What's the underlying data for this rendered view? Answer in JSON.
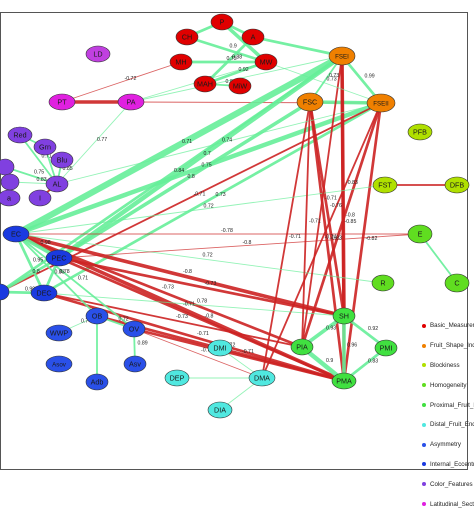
{
  "nodes": [
    {
      "id": "LD",
      "label": "LD",
      "color": "#c040e0"
    },
    {
      "id": "PT",
      "label": "PT",
      "color": "#e020e0"
    },
    {
      "id": "PA",
      "label": "PA",
      "color": "#e020e0"
    },
    {
      "id": "P",
      "label": "P",
      "color": "#e00000"
    },
    {
      "id": "CH",
      "label": "CH",
      "color": "#e00000"
    },
    {
      "id": "A",
      "label": "A",
      "color": "#e00000"
    },
    {
      "id": "MH",
      "label": "MH",
      "color": "#e00000"
    },
    {
      "id": "MW",
      "label": "MW",
      "color": "#e00000"
    },
    {
      "id": "MAH",
      "label": "MAH",
      "color": "#e00000"
    },
    {
      "id": "MiW",
      "label": "MiW",
      "color": "#e00000"
    },
    {
      "id": "FSEI",
      "label": "FSEI",
      "color": "#f08000"
    },
    {
      "id": "FSC",
      "label": "FSC",
      "color": "#f08000"
    },
    {
      "id": "FSEII",
      "label": "FSEII",
      "color": "#f08000"
    },
    {
      "id": "PFB",
      "label": "PFB",
      "color": "#b0e000"
    },
    {
      "id": "FST",
      "label": "FST",
      "color": "#b0e000"
    },
    {
      "id": "DFB",
      "label": "DFB",
      "color": "#b0e000"
    },
    {
      "id": "E",
      "label": "E",
      "color": "#60dd20"
    },
    {
      "id": "C",
      "label": "C",
      "color": "#60dd20"
    },
    {
      "id": "R",
      "label": "R",
      "color": "#60dd20"
    },
    {
      "id": "SH",
      "label": "SH",
      "color": "#40e040"
    },
    {
      "id": "PIA",
      "label": "PIA",
      "color": "#40e040"
    },
    {
      "id": "PMA",
      "label": "PMA",
      "color": "#40e040"
    },
    {
      "id": "PMI",
      "label": "PMI",
      "color": "#40e040"
    },
    {
      "id": "Red",
      "label": "Red",
      "color": "#8040e0"
    },
    {
      "id": "Grn",
      "label": "Grn",
      "color": "#8040e0"
    },
    {
      "id": "Blu",
      "label": "Blu",
      "color": "#8040e0"
    },
    {
      "id": "AL",
      "label": "AL",
      "color": "#8040e0"
    },
    {
      "id": "a",
      "label": "a",
      "color": "#8040e0"
    },
    {
      "id": "I",
      "label": "I",
      "color": "#8040e0"
    },
    {
      "id": "G1",
      "label": "",
      "color": "#8040e0"
    },
    {
      "id": "G2",
      "label": "",
      "color": "#8040e0"
    },
    {
      "id": "EC",
      "label": "EC",
      "color": "#1a3ae0"
    },
    {
      "id": "PEC",
      "label": "PEC",
      "color": "#1a3ae0"
    },
    {
      "id": "DEC",
      "label": "DEC",
      "color": "#1a3ae0"
    },
    {
      "id": "B1",
      "label": "",
      "color": "#1a3ae0"
    },
    {
      "id": "OB",
      "label": "OB",
      "color": "#2a50e8"
    },
    {
      "id": "OV",
      "label": "OV",
      "color": "#2a50e8"
    },
    {
      "id": "WWP",
      "label": "WWP",
      "color": "#2a50e8"
    },
    {
      "id": "Asov",
      "label": "Asov",
      "color": "#2a50e8"
    },
    {
      "id": "Asv",
      "label": "Asv",
      "color": "#2a50e8"
    },
    {
      "id": "Adb",
      "label": "Adb",
      "color": "#2a50e8"
    },
    {
      "id": "DMI",
      "label": "DMI",
      "color": "#50e8e0"
    },
    {
      "id": "DMA",
      "label": "DMA",
      "color": "#50e8e0"
    },
    {
      "id": "DEP",
      "label": "DEP",
      "color": "#50e8e0"
    },
    {
      "id": "DIA",
      "label": "DIA",
      "color": "#50e8e0"
    }
  ],
  "edges": [
    {
      "from": "CH",
      "to": "MW",
      "sign": "pos",
      "value": "0.9",
      "weight": 3
    },
    {
      "from": "P",
      "to": "MW",
      "sign": "pos",
      "value": "0.84",
      "weight": 4
    },
    {
      "from": "A",
      "to": "MAH",
      "sign": "pos",
      "value": "0.88",
      "weight": 3
    },
    {
      "from": "P",
      "to": "A",
      "sign": "pos",
      "value": "",
      "weight": 3
    },
    {
      "from": "CH",
      "to": "P",
      "sign": "pos",
      "value": "",
      "weight": 3
    },
    {
      "from": "MH",
      "to": "MW",
      "sign": "pos",
      "value": "0.75",
      "weight": 3
    },
    {
      "from": "MiW",
      "to": "MAH",
      "sign": "pos",
      "value": "0.84",
      "weight": 2
    },
    {
      "from": "MAH",
      "to": "MW",
      "sign": "pos",
      "value": "0.92",
      "weight": 3
    },
    {
      "from": "A",
      "to": "FSEI",
      "sign": "pos",
      "value": "",
      "weight": 3
    },
    {
      "from": "PT",
      "to": "PA",
      "sign": "neg",
      "value": "",
      "weight": 4
    },
    {
      "from": "PA",
      "to": "MW",
      "sign": "pos",
      "value": "0.73",
      "weight": 1
    },
    {
      "from": "PT",
      "to": "MH",
      "sign": "neg",
      "value": "-0.72",
      "weight": 1
    },
    {
      "from": "PA",
      "to": "FSEII",
      "sign": "neg",
      "value": "",
      "weight": 1
    },
    {
      "from": "FSEI",
      "to": "FSEII",
      "sign": "pos",
      "value": "0.99",
      "weight": 3
    },
    {
      "from": "FSC",
      "to": "FSEII",
      "sign": "pos",
      "value": "",
      "weight": 4
    },
    {
      "from": "FSEI",
      "to": "FSC",
      "sign": "pos",
      "value": "0.73",
      "weight": 2
    },
    {
      "from": "FST",
      "to": "DFB",
      "sign": "neg",
      "value": "",
      "weight": 2
    },
    {
      "from": "E",
      "to": "C",
      "sign": "pos",
      "value": "",
      "weight": 2
    },
    {
      "from": "EC",
      "to": "FSEI",
      "sign": "pos",
      "value": "0.71",
      "weight": 7
    },
    {
      "from": "EC",
      "to": "FSEII",
      "sign": "pos",
      "value": "0.75",
      "weight": 5
    },
    {
      "from": "PEC",
      "to": "FSEI",
      "sign": "pos",
      "value": "0.7",
      "weight": 5
    },
    {
      "from": "PEC",
      "to": "FSC",
      "sign": "pos",
      "value": "0.8",
      "weight": 4
    },
    {
      "from": "DEC",
      "to": "FSEII",
      "sign": "pos",
      "value": "0.73",
      "weight": 3
    },
    {
      "from": "B1",
      "to": "FSEI",
      "sign": "pos",
      "value": "0.84",
      "weight": 3
    },
    {
      "from": "B1",
      "to": "FSEII",
      "sign": "neg",
      "value": "-0.71",
      "weight": 2
    },
    {
      "from": "EC",
      "to": "SH",
      "sign": "neg",
      "value": "-0.8",
      "weight": 4
    },
    {
      "from": "EC",
      "to": "PMA",
      "sign": "neg",
      "value": "-0.71",
      "weight": 4
    },
    {
      "from": "EC",
      "to": "PIA",
      "sign": "neg",
      "value": "-0.73",
      "weight": 3
    },
    {
      "from": "PEC",
      "to": "PMA",
      "sign": "neg",
      "value": "-0.8",
      "weight": 3
    },
    {
      "from": "PEC",
      "to": "SH",
      "sign": "neg",
      "value": "-0.73",
      "weight": 3
    },
    {
      "from": "DEC",
      "to": "PMA",
      "sign": "neg",
      "value": "-0.71",
      "weight": 3
    },
    {
      "from": "DEC",
      "to": "PIA",
      "sign": "neg",
      "value": "-0.73",
      "weight": 2
    },
    {
      "from": "OB",
      "to": "PMA",
      "sign": "neg",
      "value": "-0.72",
      "weight": 3
    },
    {
      "from": "OV",
      "to": "PMA",
      "sign": "neg",
      "value": "-0.71",
      "weight": 3
    },
    {
      "from": "FSEI",
      "to": "SH",
      "sign": "neg",
      "value": "-0.83",
      "weight": 4
    },
    {
      "from": "FSEI",
      "to": "PMA",
      "sign": "neg",
      "value": "-0.8",
      "weight": 3
    },
    {
      "from": "FSEII",
      "to": "PIA",
      "sign": "neg",
      "value": "-0.85",
      "weight": 3
    },
    {
      "from": "FSEII",
      "to": "PMA",
      "sign": "neg",
      "value": "-0.82",
      "weight": 3
    },
    {
      "from": "FSC",
      "to": "SH",
      "sign": "neg",
      "value": "-0.76",
      "weight": 3
    },
    {
      "from": "FSC",
      "to": "PMA",
      "sign": "neg",
      "value": "-0.83",
      "weight": 3
    },
    {
      "from": "FSC",
      "to": "DMA",
      "sign": "neg",
      "value": "-0.71",
      "weight": 2
    },
    {
      "from": "FSEII",
      "to": "DMA",
      "sign": "neg",
      "value": "-0.74",
      "weight": 2
    },
    {
      "from": "SH",
      "to": "PIA",
      "sign": "pos",
      "value": "0.93",
      "weight": 4
    },
    {
      "from": "SH",
      "to": "PMA",
      "sign": "pos",
      "value": "0.96",
      "weight": 4
    },
    {
      "from": "PIA",
      "to": "PMA",
      "sign": "pos",
      "value": "0.9",
      "weight": 5
    },
    {
      "from": "SH",
      "to": "PMI",
      "sign": "pos",
      "value": "0.92",
      "weight": 3
    },
    {
      "from": "PMA",
      "to": "PMI",
      "sign": "pos",
      "value": "0.83",
      "weight": 3
    },
    {
      "from": "EC",
      "to": "E",
      "sign": "neg",
      "value": "-0.78",
      "weight": 1
    },
    {
      "from": "EC",
      "to": "R",
      "sign": "pos",
      "value": "0.72",
      "weight": 1
    },
    {
      "from": "EC",
      "to": "PEC",
      "sign": "pos",
      "value": "0.98",
      "weight": 4
    },
    {
      "from": "EC",
      "to": "DEC",
      "sign": "pos",
      "value": "0.95",
      "weight": 3
    },
    {
      "from": "PEC",
      "to": "DEC",
      "sign": "pos",
      "value": "0.83",
      "weight": 3
    },
    {
      "from": "EC",
      "to": "OB",
      "sign": "pos",
      "value": "0.78",
      "weight": 2
    },
    {
      "from": "EC",
      "to": "OV",
      "sign": "pos",
      "value": "0.71",
      "weight": 2
    },
    {
      "from": "B1",
      "to": "DEC",
      "sign": "pos",
      "value": "0.99",
      "weight": 3
    },
    {
      "from": "B1",
      "to": "PEC",
      "sign": "pos",
      "value": "0.8",
      "weight": 3
    },
    {
      "from": "OB",
      "to": "OV",
      "sign": "pos",
      "value": "0.72",
      "weight": 2
    },
    {
      "from": "OB",
      "to": "Adb",
      "sign": "pos",
      "value": "",
      "weight": 2
    },
    {
      "from": "OV",
      "to": "Asv",
      "sign": "pos",
      "value": "0.89",
      "weight": 2
    },
    {
      "from": "WWP",
      "to": "OB",
      "sign": "pos",
      "value": "0.74",
      "weight": 1
    },
    {
      "from": "DMA",
      "to": "DIA",
      "sign": "pos",
      "value": "",
      "weight": 1
    },
    {
      "from": "DEP",
      "to": "DMA",
      "sign": "pos",
      "value": "",
      "weight": 1
    },
    {
      "from": "DMI",
      "to": "DMA",
      "sign": "pos",
      "value": "",
      "weight": 1
    },
    {
      "from": "Red",
      "to": "AL",
      "sign": "pos",
      "value": "0.71",
      "weight": 2
    },
    {
      "from": "Grn",
      "to": "AL",
      "sign": "pos",
      "value": "0.88",
      "weight": 2
    },
    {
      "from": "Blu",
      "to": "AL",
      "sign": "pos",
      "value": "0.85",
      "weight": 2
    },
    {
      "from": "Red",
      "to": "Grn",
      "sign": "pos",
      "value": "",
      "weight": 2
    },
    {
      "from": "AL",
      "to": "I",
      "sign": "neg",
      "value": "",
      "weight": 2
    },
    {
      "from": "AL",
      "to": "FSEII",
      "sign": "pos",
      "value": "0.74",
      "weight": 1
    },
    {
      "from": "AL",
      "to": "PA",
      "sign": "pos",
      "value": "0.77",
      "weight": 1
    },
    {
      "from": "G1",
      "to": "AL",
      "sign": "pos",
      "value": "0.75",
      "weight": 2
    },
    {
      "from": "G2",
      "to": "AL",
      "sign": "pos",
      "value": "0.83",
      "weight": 1
    },
    {
      "from": "PA",
      "to": "FSEI",
      "sign": "pos",
      "value": "",
      "weight": 1
    },
    {
      "from": "EC",
      "to": "FST",
      "sign": "pos",
      "value": "0.72",
      "weight": 1
    },
    {
      "from": "DEC",
      "to": "SH",
      "sign": "pos",
      "value": "0.78",
      "weight": 1
    },
    {
      "from": "PEC",
      "to": "E",
      "sign": "neg",
      "value": "-0.8",
      "weight": 1
    },
    {
      "from": "FSEI",
      "to": "PIA",
      "sign": "neg",
      "value": "-0.71",
      "weight": 2
    },
    {
      "from": "FSC",
      "to": "PIA",
      "sign": "neg",
      "value": "-0.71",
      "weight": 2
    },
    {
      "from": "MW",
      "to": "FSEII",
      "sign": "pos",
      "value": "0.73",
      "weight": 1
    },
    {
      "from": "OV",
      "to": "DMA",
      "sign": "neg",
      "value": "-0.7",
      "weight": 1
    }
  ],
  "legend": [
    {
      "label": "Basic_Measurements",
      "color": "#e00000"
    },
    {
      "label": "Fruit_Shape_Index",
      "color": "#f08000"
    },
    {
      "label": "Blockiness",
      "color": "#b0e000"
    },
    {
      "label": "Homogeneity",
      "color": "#60dd20"
    },
    {
      "label": "Proximal_Fruit_End",
      "color": "#40e040"
    },
    {
      "label": "Distal_Fruit_End",
      "color": "#50e8e0"
    },
    {
      "label": "Asymmetry",
      "color": "#2a50e8"
    },
    {
      "label": "Internal_Eccentricity",
      "color": "#1a3ae0"
    },
    {
      "label": "Color_Features",
      "color": "#8040e0"
    },
    {
      "label": "Latitudinal_Section",
      "color": "#e020e0"
    }
  ],
  "colors": {
    "positive": "#66ee99",
    "negative": "#cc2222",
    "node_text": "#1a1a1a",
    "edge_text": "#222222"
  }
}
